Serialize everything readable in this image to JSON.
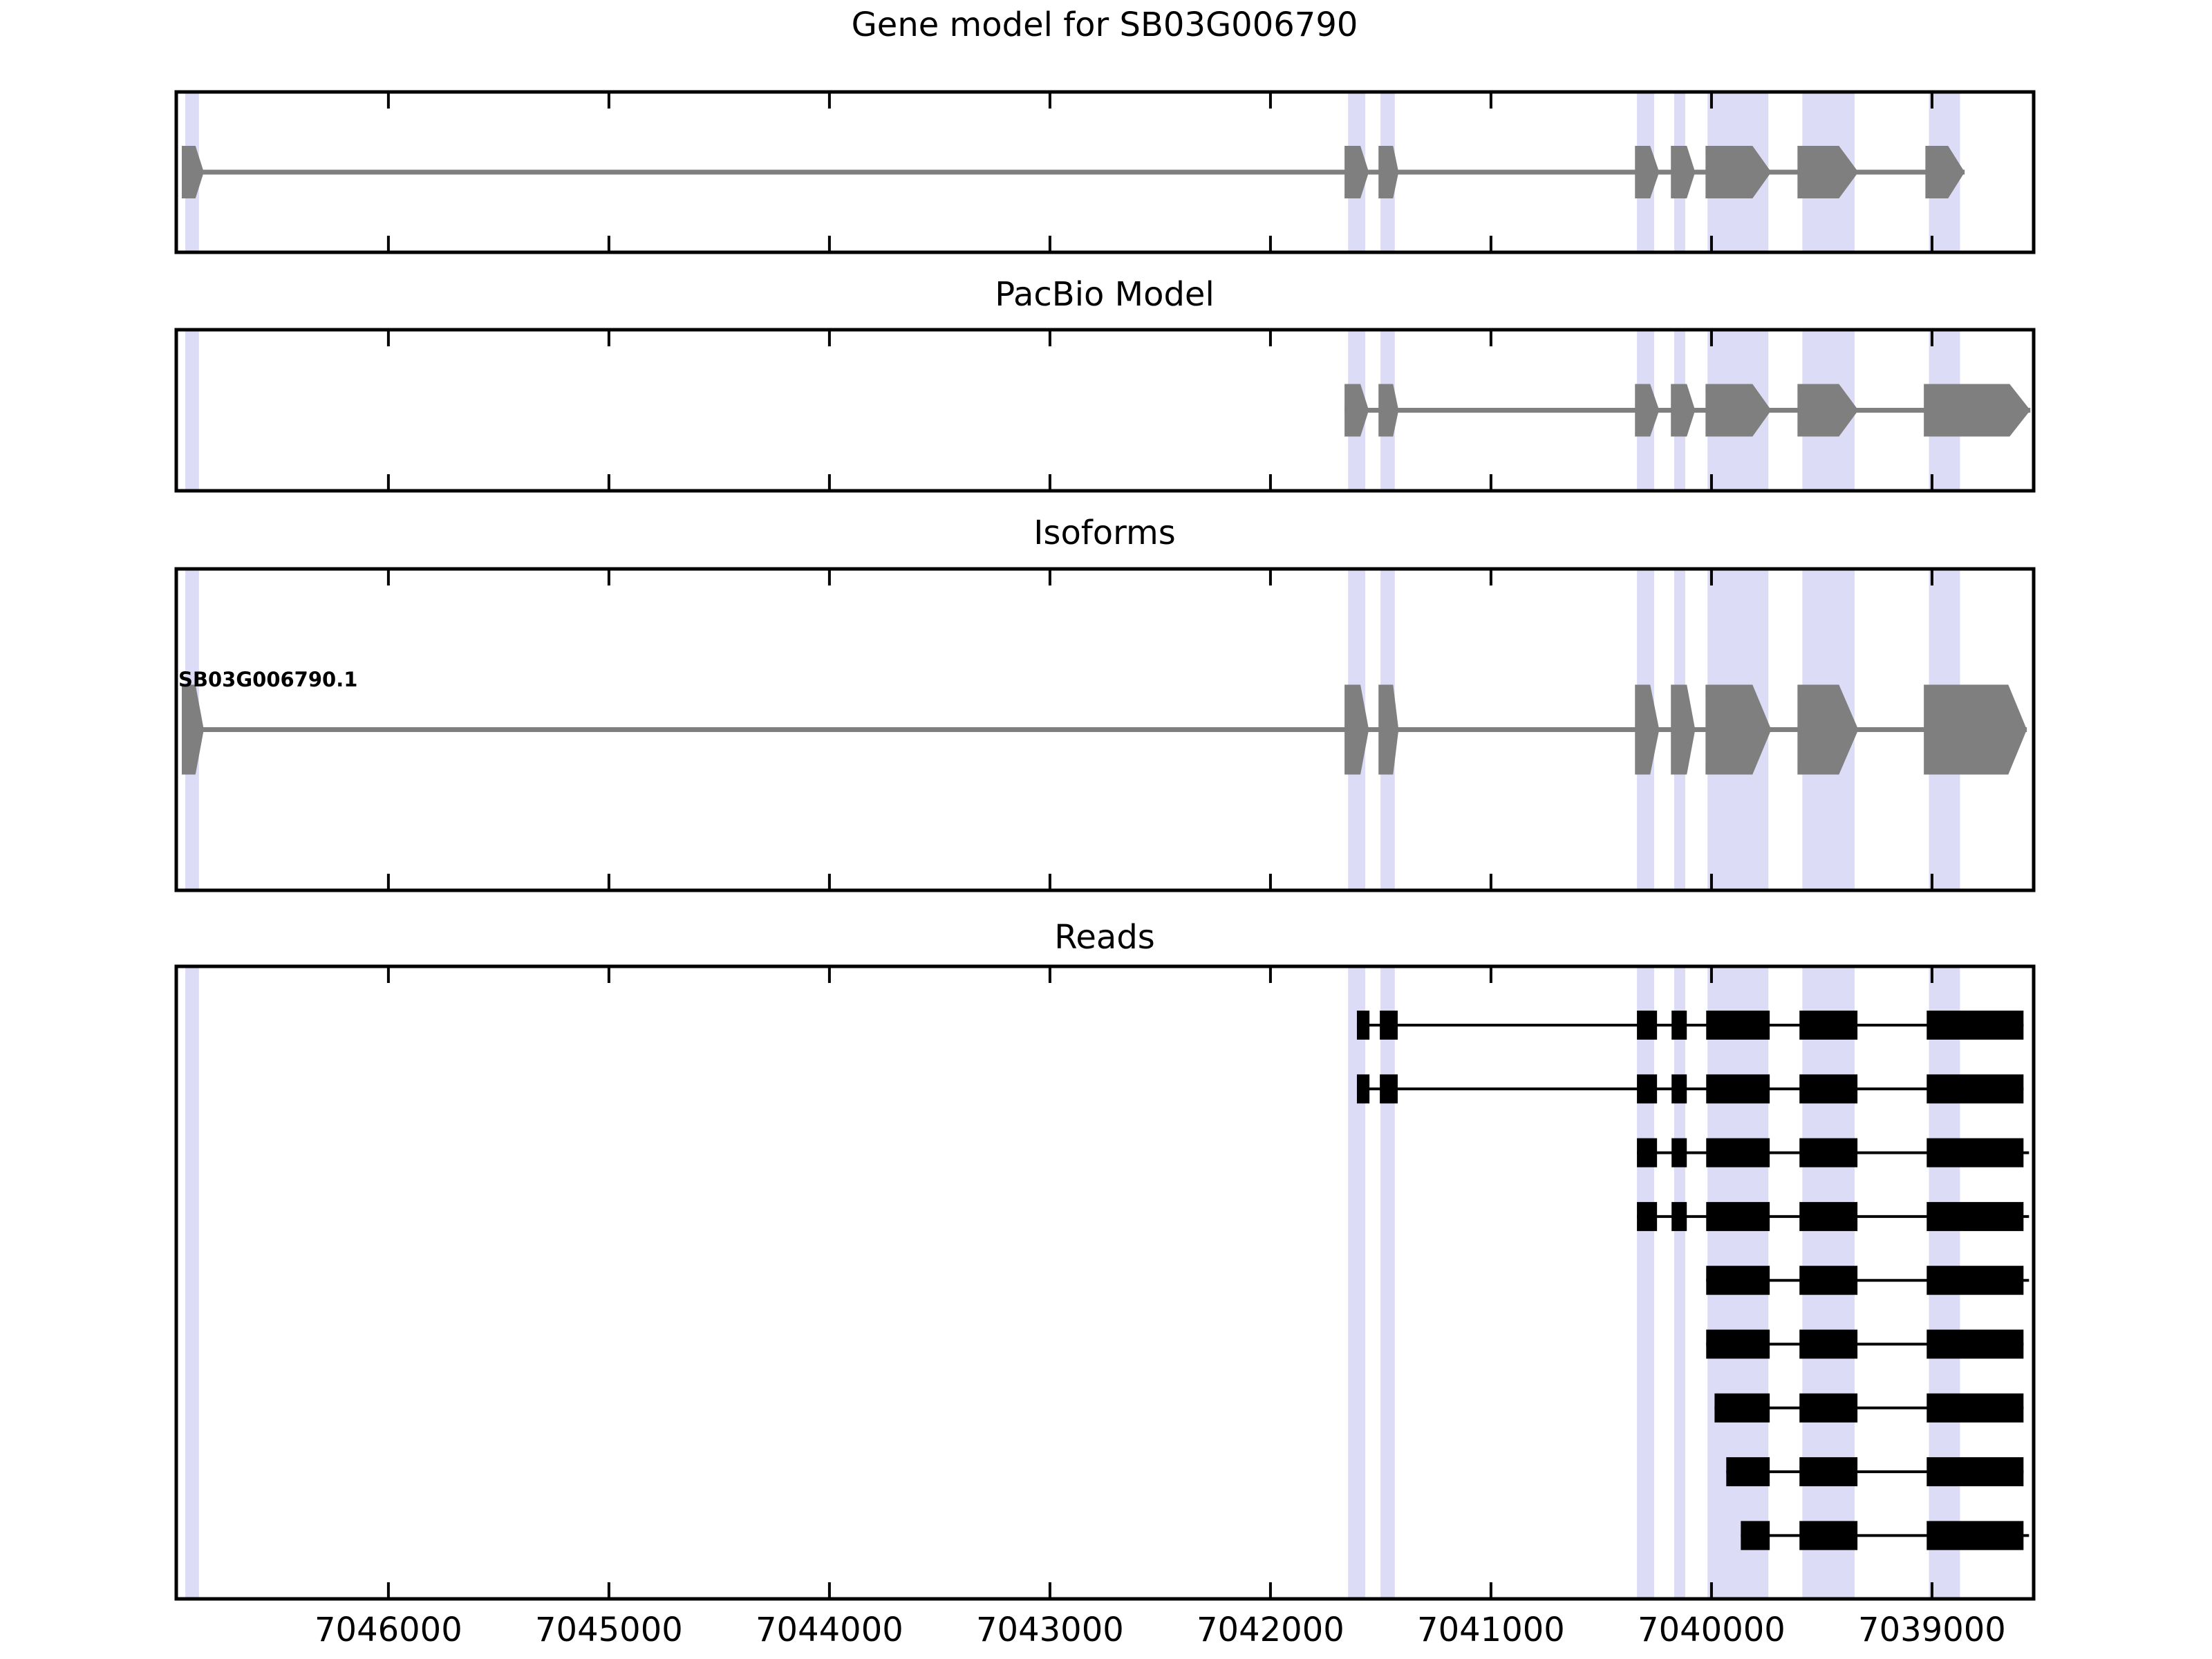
{
  "chart_data": {
    "type": "genome-browser",
    "title": "Gene model for SB03G006790",
    "x_axis": {
      "tick_labels": [
        "7046000",
        "7045000",
        "7044000",
        "7043000",
        "7042000",
        "7041000",
        "7040000",
        "7039000"
      ],
      "tick_values": [
        7046000,
        7045000,
        7044000,
        7043000,
        7042000,
        7041000,
        7040000,
        7039000
      ],
      "xlim_left": 7046962,
      "xlim_right": 7038539,
      "orientation": "decreasing-rightward",
      "grid": false
    },
    "highlight_regions": [
      [
        7046921,
        7046859
      ],
      [
        7041648,
        7041570
      ],
      [
        7041501,
        7041436
      ],
      [
        7040338,
        7040260
      ],
      [
        7040169,
        7040119
      ],
      [
        7040018,
        7039742
      ],
      [
        7039588,
        7039351
      ],
      [
        7039014,
        7038873
      ]
    ],
    "highlight_color": "#dcdcf6",
    "tracks": {
      "gene_model": {
        "title": "Gene model for SB03G006790",
        "color": "#7f7f7f",
        "direction": "right",
        "line_span": [
          7046875,
          7038852
        ],
        "exons": [
          {
            "start": 7046937,
            "body_end": 7046875,
            "tip": 7046837
          },
          {
            "start": 7041664,
            "body_end": 7041592,
            "tip": 7041554
          },
          {
            "start": 7041510,
            "body_end": 7041444,
            "tip": 7041419
          },
          {
            "start": 7040347,
            "body_end": 7040278,
            "tip": 7040237
          },
          {
            "start": 7040184,
            "body_end": 7040112,
            "tip": 7040074
          },
          {
            "start": 7040027,
            "body_end": 7039814,
            "tip": 7039729
          },
          {
            "start": 7039610,
            "body_end": 7039422,
            "tip": 7039334
          },
          {
            "start": 7039030,
            "body_end": 7038927,
            "tip": 7038852
          }
        ]
      },
      "pacbio_model": {
        "title": "PacBio Model",
        "color": "#7f7f7f",
        "direction": "right",
        "line_span": [
          7041664,
          7038554
        ],
        "exons": [
          {
            "start": 7041664,
            "body_end": 7041592,
            "tip": 7041554
          },
          {
            "start": 7041510,
            "body_end": 7041444,
            "tip": 7041419
          },
          {
            "start": 7040347,
            "body_end": 7040278,
            "tip": 7040237
          },
          {
            "start": 7040184,
            "body_end": 7040112,
            "tip": 7040074
          },
          {
            "start": 7040027,
            "body_end": 7039814,
            "tip": 7039729
          },
          {
            "start": 7039610,
            "body_end": 7039422,
            "tip": 7039334
          },
          {
            "start": 7039037,
            "body_end": 7038648,
            "tip": 7038554
          }
        ]
      },
      "isoforms": {
        "title": "Isoforms",
        "color": "#7f7f7f",
        "items": [
          {
            "name": "SB03G006790.1",
            "direction": "right",
            "line_span": [
              7046875,
              7038570
            ],
            "exons": [
              {
                "start": 7046937,
                "body_end": 7046875,
                "tip": 7046837
              },
              {
                "start": 7041664,
                "body_end": 7041592,
                "tip": 7041554
              },
              {
                "start": 7041510,
                "body_end": 7041444,
                "tip": 7041419
              },
              {
                "start": 7040347,
                "body_end": 7040278,
                "tip": 7040237
              },
              {
                "start": 7040184,
                "body_end": 7040112,
                "tip": 7040074
              },
              {
                "start": 7040027,
                "body_end": 7039814,
                "tip": 7039729
              },
              {
                "start": 7039610,
                "body_end": 7039422,
                "tip": 7039334
              },
              {
                "start": 7039037,
                "body_end": 7038654,
                "tip": 7038570
              }
            ]
          }
        ]
      },
      "reads": {
        "title": "Reads",
        "color": "#000000",
        "items": [
          {
            "exons": [
              [
                7041608,
                7041551
              ],
              [
                7041504,
                7041423
              ],
              [
                7040338,
                7040247
              ],
              [
                7040181,
                7040112
              ],
              [
                7040024,
                7039736
              ],
              [
                7039601,
                7039338
              ],
              [
                7039024,
                7038585
              ]
            ]
          },
          {
            "exons": [
              [
                7041608,
                7041551
              ],
              [
                7041504,
                7041423
              ],
              [
                7040338,
                7040247
              ],
              [
                7040181,
                7040112
              ],
              [
                7040024,
                7039736
              ],
              [
                7039601,
                7039338
              ],
              [
                7039024,
                7038585
              ]
            ]
          },
          {
            "exons": [
              [
                7040338,
                7040247
              ],
              [
                7040181,
                7040112
              ],
              [
                7040024,
                7039736
              ],
              [
                7039601,
                7039338
              ],
              [
                7039024,
                7038585
              ]
            ],
            "line_end": 7038560
          },
          {
            "exons": [
              [
                7040338,
                7040247
              ],
              [
                7040181,
                7040112
              ],
              [
                7040024,
                7039736
              ],
              [
                7039601,
                7039338
              ],
              [
                7039024,
                7038585
              ]
            ],
            "line_end": 7038560
          },
          {
            "exons": [
              [
                7040024,
                7039736
              ],
              [
                7039601,
                7039338
              ],
              [
                7039024,
                7038585
              ]
            ],
            "line_end": 7038560
          },
          {
            "exons": [
              [
                7040024,
                7039736
              ],
              [
                7039601,
                7039338
              ],
              [
                7039024,
                7038585
              ]
            ]
          },
          {
            "exons": [
              [
                7039986,
                7039736
              ],
              [
                7039601,
                7039338
              ],
              [
                7039024,
                7038585
              ]
            ]
          },
          {
            "exons": [
              [
                7039933,
                7039736
              ],
              [
                7039601,
                7039338
              ],
              [
                7039024,
                7038585
              ]
            ]
          },
          {
            "exons": [
              [
                7039867,
                7039736
              ],
              [
                7039601,
                7039338
              ],
              [
                7039024,
                7038585
              ]
            ],
            "line_end": 7038560
          }
        ]
      }
    },
    "colors": {
      "model_fill": "#7f7f7f",
      "read_fill": "#000000",
      "highlight": "#dcdcf6",
      "frame": "#000000",
      "background": "#ffffff"
    }
  }
}
